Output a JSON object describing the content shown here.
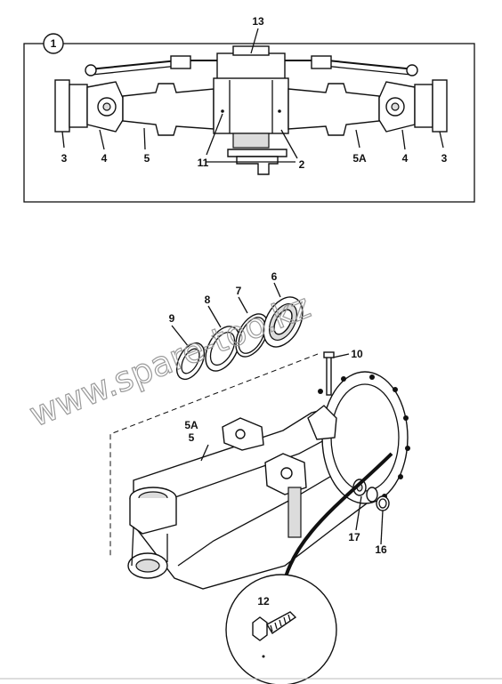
{
  "watermark": "www.spare-too.kz",
  "callout_ref": "1",
  "top_labels": {
    "l13": "13",
    "l3a": "3",
    "l4a": "4",
    "l5": "5",
    "l11": "11",
    "l2": "2",
    "l5A": "5A",
    "l4b": "4",
    "l3b": "3"
  },
  "bottom_labels": {
    "l9": "9",
    "l8": "8",
    "l7": "7",
    "l6": "6",
    "l10": "10",
    "l5A": "5A",
    "l5": "5",
    "l17": "17",
    "l16": "16",
    "l12": "12"
  }
}
